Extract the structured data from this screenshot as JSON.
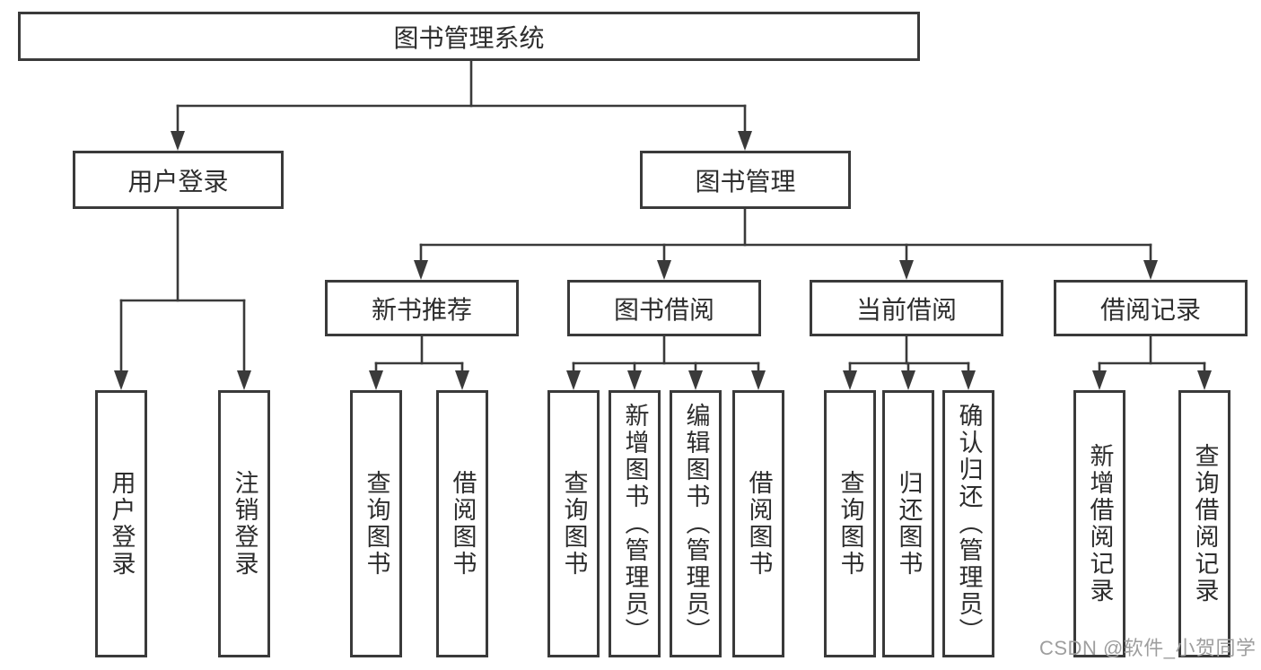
{
  "colors": {
    "line": "#3a3a3a",
    "text": "#2d2d2d",
    "watermark": "#9e9e9e",
    "background": "#ffffff"
  },
  "nodes": {
    "root": {
      "label": "图书管理系统"
    },
    "user_login": {
      "label": "用户登录"
    },
    "book_mgmt": {
      "label": "图书管理"
    },
    "new_book_rec": {
      "label": "新书推荐"
    },
    "book_borrow": {
      "label": "图书借阅"
    },
    "current_borrow": {
      "label": "当前借阅"
    },
    "borrow_records": {
      "label": "借阅记录"
    },
    "user_login_leaf": {
      "label": "用户登录"
    },
    "logout_leaf": {
      "label": "注销登录"
    },
    "rec_query_book": {
      "label": "查询图书"
    },
    "rec_borrow_book": {
      "label": "借阅图书"
    },
    "bor_query_book": {
      "label": "查询图书"
    },
    "bor_add_book": {
      "label": "新增图书（管理员）"
    },
    "bor_edit_book": {
      "label": "编辑图书（管理员）"
    },
    "bor_borrow_book": {
      "label": "借阅图书"
    },
    "cur_query_book": {
      "label": "查询图书"
    },
    "cur_return_book": {
      "label": "归还图书"
    },
    "cur_confirm_return": {
      "label": "确认归还（管理员）"
    },
    "log_add_record": {
      "label": "新增借阅记录"
    },
    "log_query_record": {
      "label": "查询借阅记录"
    }
  },
  "structure": [
    {
      "parent": "图书管理系统",
      "children": [
        "用户登录",
        "图书管理"
      ]
    },
    {
      "parent": "用户登录",
      "children": [
        "用户登录",
        "注销登录"
      ]
    },
    {
      "parent": "图书管理",
      "children": [
        "新书推荐",
        "图书借阅",
        "当前借阅",
        "借阅记录"
      ]
    },
    {
      "parent": "新书推荐",
      "children": [
        "查询图书",
        "借阅图书"
      ]
    },
    {
      "parent": "图书借阅",
      "children": [
        "查询图书",
        "新增图书（管理员）",
        "编辑图书（管理员）",
        "借阅图书"
      ]
    },
    {
      "parent": "当前借阅",
      "children": [
        "查询图书",
        "归还图书",
        "确认归还（管理员）"
      ]
    },
    {
      "parent": "借阅记录",
      "children": [
        "新增借阅记录",
        "查询借阅记录"
      ]
    }
  ],
  "watermark": {
    "text": "CSDN @软件_小贺同学"
  }
}
